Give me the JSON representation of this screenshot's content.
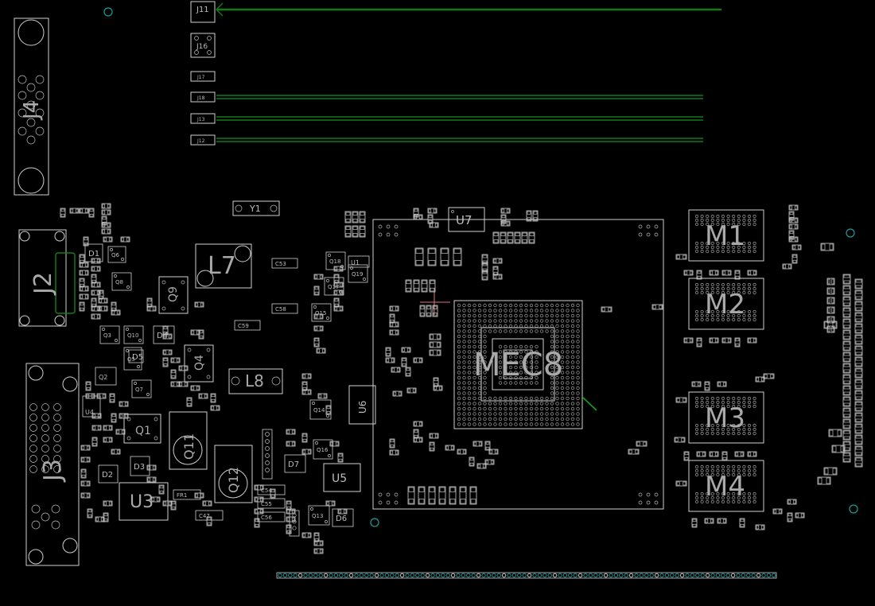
{
  "board": {
    "modules": [
      {
        "ref": "M1"
      },
      {
        "ref": "M2"
      },
      {
        "ref": "M3"
      },
      {
        "ref": "M4"
      }
    ],
    "main_chip": {
      "ref": "MEC8"
    },
    "connectors": [
      {
        "ref": "J4"
      },
      {
        "ref": "J2"
      },
      {
        "ref": "J3"
      },
      {
        "ref": "J11"
      },
      {
        "ref": "J16"
      },
      {
        "ref": "J17"
      },
      {
        "ref": "J18"
      },
      {
        "ref": "J13"
      },
      {
        "ref": "J12"
      }
    ],
    "inductors": [
      {
        "ref": "L7"
      },
      {
        "ref": "L8"
      }
    ],
    "crystal": {
      "ref": "Y1"
    },
    "transistors": [
      {
        "ref": "Q9"
      },
      {
        "ref": "Q4"
      },
      {
        "ref": "Q1"
      },
      {
        "ref": "Q11"
      },
      {
        "ref": "Q12"
      },
      {
        "ref": "Q2"
      }
    ],
    "ics": [
      {
        "ref": "U7"
      },
      {
        "ref": "U3"
      },
      {
        "ref": "U5"
      },
      {
        "ref": "U1"
      },
      {
        "ref": "U6"
      },
      {
        "ref": "U4"
      }
    ],
    "diodes": [
      {
        "ref": "D1"
      },
      {
        "ref": "D2"
      },
      {
        "ref": "D3"
      },
      {
        "ref": "D4"
      },
      {
        "ref": "D5"
      },
      {
        "ref": "D6"
      },
      {
        "ref": "D7"
      }
    ],
    "small_parts": [
      {
        "ref": "Q6"
      },
      {
        "ref": "Q8"
      },
      {
        "ref": "Q3"
      },
      {
        "ref": "Q5"
      },
      {
        "ref": "Q7"
      },
      {
        "ref": "Q10"
      },
      {
        "ref": "Q13"
      },
      {
        "ref": "Q14"
      },
      {
        "ref": "Q15"
      },
      {
        "ref": "Q16"
      },
      {
        "ref": "Q17"
      },
      {
        "ref": "Q18"
      },
      {
        "ref": "Q19"
      },
      {
        "ref": "C54"
      },
      {
        "ref": "C55"
      },
      {
        "ref": "C56"
      },
      {
        "ref": "C47"
      },
      {
        "ref": "C53"
      },
      {
        "ref": "C58"
      },
      {
        "ref": "C59"
      },
      {
        "ref": "FR1"
      }
    ],
    "colors": {
      "background": "#000000",
      "silkscreen": "#cfcfcf",
      "copper_trace": "#0f7d14",
      "via": "#1b9b9b",
      "label": "#a9a9a9"
    }
  }
}
